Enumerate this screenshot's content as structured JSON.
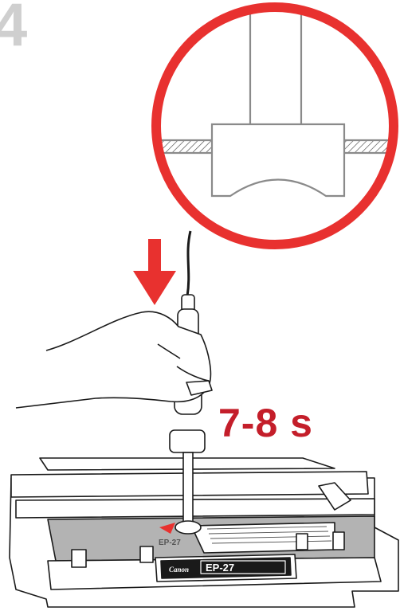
{
  "step": {
    "number": "4"
  },
  "timing": {
    "duration_text": "7-8 s"
  },
  "cartridge": {
    "brand": "Canon",
    "model": "EP-27",
    "model_top": "EP-27"
  },
  "colors": {
    "accent_red": "#e8312f",
    "label_red": "#c41e2a",
    "step_gray": "#cfcfcf",
    "outline": "#1a1a1a",
    "seal_gray": "#b3b3b3"
  },
  "icons": {
    "push_arrow": "arrow-down-icon",
    "focus_marker": "triangle-pointer-icon"
  }
}
